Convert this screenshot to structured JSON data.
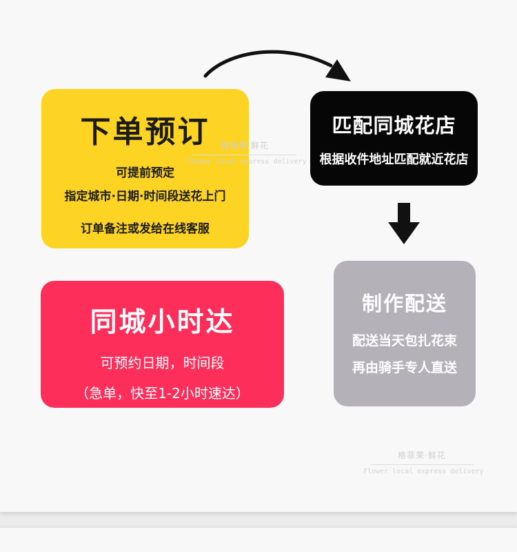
{
  "cards": {
    "order": {
      "title": "下单预订",
      "line1": "可提前预定",
      "line2": "指定城市·日期·时间段送花上门",
      "line3": "订单备注或发给在线客服",
      "bg": "#fdd423"
    },
    "match": {
      "title": "匹配同城花店",
      "line1": "根据收件地址匹配就近花店",
      "bg": "#060606"
    },
    "make": {
      "title": "制作配送",
      "line1": "配送当天包扎花束",
      "line2": "再由骑手专人直送",
      "bg": "#b5b1b8"
    },
    "city": {
      "title": "同城小时达",
      "line1": "可预约日期，时间段",
      "line2": "（急单，快至1-2小时速达）",
      "bg": "#fe2e5b"
    }
  },
  "watermark": {
    "name": "格菲茉·鲜花",
    "subtitle": "Flower local express delivery"
  },
  "icons": {
    "curved_arrow": "curved-arrow-right-icon",
    "down_arrow": "arrow-down-icon"
  }
}
